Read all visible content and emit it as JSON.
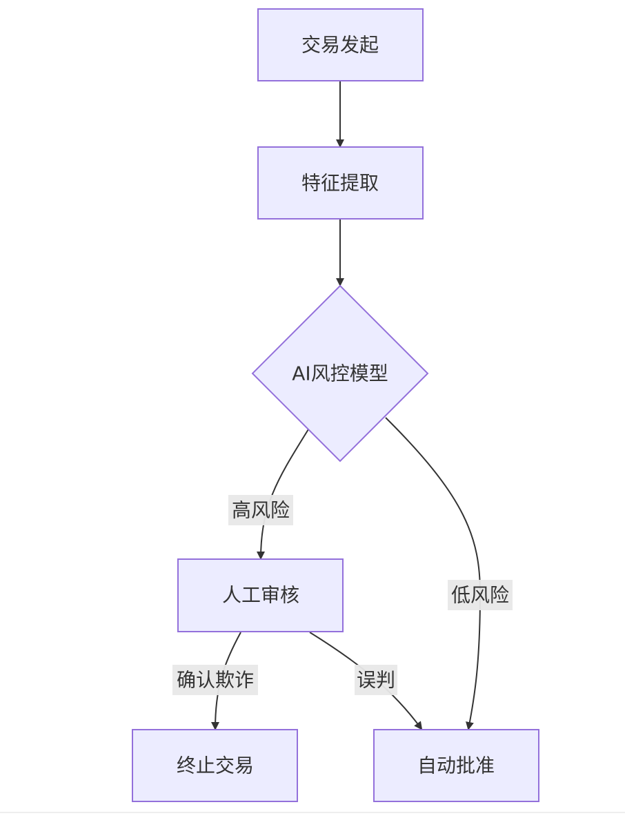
{
  "nodes": {
    "start": "交易发起",
    "features": "特征提取",
    "model": "AI风控模型",
    "review": "人工审核",
    "terminate": "终止交易",
    "approve": "自动批准"
  },
  "edges": {
    "high_risk": "高风险",
    "low_risk": "低风险",
    "confirm_fraud": "确认欺诈",
    "misjudge": "误判"
  },
  "colors": {
    "node_fill": "#ECECFF",
    "node_stroke": "#9370DB",
    "edge": "#333333",
    "edge_label_bg": "#e8e8e8"
  }
}
